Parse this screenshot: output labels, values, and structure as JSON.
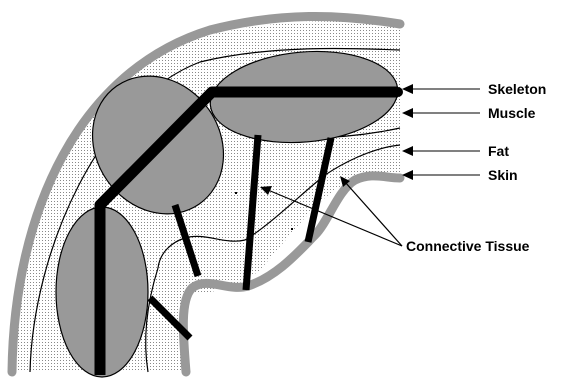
{
  "labels": {
    "skeleton": "Skeleton",
    "muscle": "Muscle",
    "fat": "Fat",
    "skin": "Skin",
    "connective_tissue": "Connective Tissue"
  },
  "colors": {
    "skin_outline": "#999999",
    "muscle_fill": "#999999",
    "fat_dots": "#888888",
    "ink": "#000000",
    "background": "#ffffff"
  }
}
